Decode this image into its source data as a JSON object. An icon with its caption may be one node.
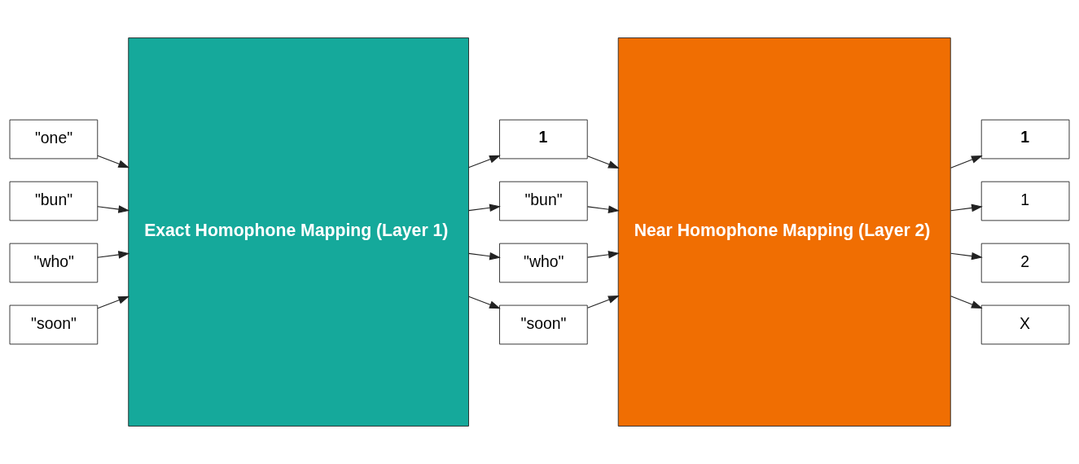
{
  "diagram": {
    "nodes": [
      {
        "text": [
          "\"one\""
        ]
      },
      {
        "text": [
          "\"bun\""
        ]
      },
      {
        "text": [
          "\"who\""
        ]
      },
      {
        "text": [
          "\"soon\""
        ]
      },
      {
        "text": [
          "Exact Homophone Mapping (Layer 1)"
        ]
      },
      {
        "text": [
          "1"
        ]
      },
      {
        "text": [
          "\"bun\""
        ]
      },
      {
        "text": [
          "\"who\""
        ]
      },
      {
        "text": [
          "\"soon\""
        ]
      },
      {
        "text": [
          "Near Homophone Mapping (Layer 2)"
        ]
      },
      {
        "text": [
          "1"
        ]
      },
      {
        "text": [
          "1"
        ]
      },
      {
        "text": [
          "2"
        ]
      },
      {
        "text": [
          "X"
        ]
      }
    ],
    "edges": [
      {
        "from": 0,
        "to": 4,
        "arrow": "to"
      },
      {
        "from": 1,
        "to": 4,
        "arrow": "to"
      },
      {
        "from": 2,
        "to": 4,
        "arrow": "to"
      },
      {
        "from": 3,
        "to": 4,
        "arrow": "to"
      },
      {
        "from": 4,
        "to": 5,
        "arrow": "to"
      },
      {
        "from": 4,
        "to": 6,
        "arrow": "to"
      },
      {
        "from": 4,
        "to": 7,
        "arrow": "to"
      },
      {
        "from": 4,
        "to": 8,
        "arrow": "to"
      },
      {
        "from": 5,
        "to": 9,
        "arrow": "to"
      },
      {
        "from": 6,
        "to": 9,
        "arrow": "to"
      },
      {
        "from": 7,
        "to": 9,
        "arrow": "to"
      },
      {
        "from": 8,
        "to": 9,
        "arrow": "to"
      },
      {
        "from": 9,
        "to": 10,
        "arrow": "to"
      },
      {
        "from": 9,
        "to": 11,
        "arrow": "to"
      },
      {
        "from": 9,
        "to": 12,
        "arrow": "to"
      },
      {
        "from": 9,
        "to": 13,
        "arrow": "to"
      }
    ]
  }
}
